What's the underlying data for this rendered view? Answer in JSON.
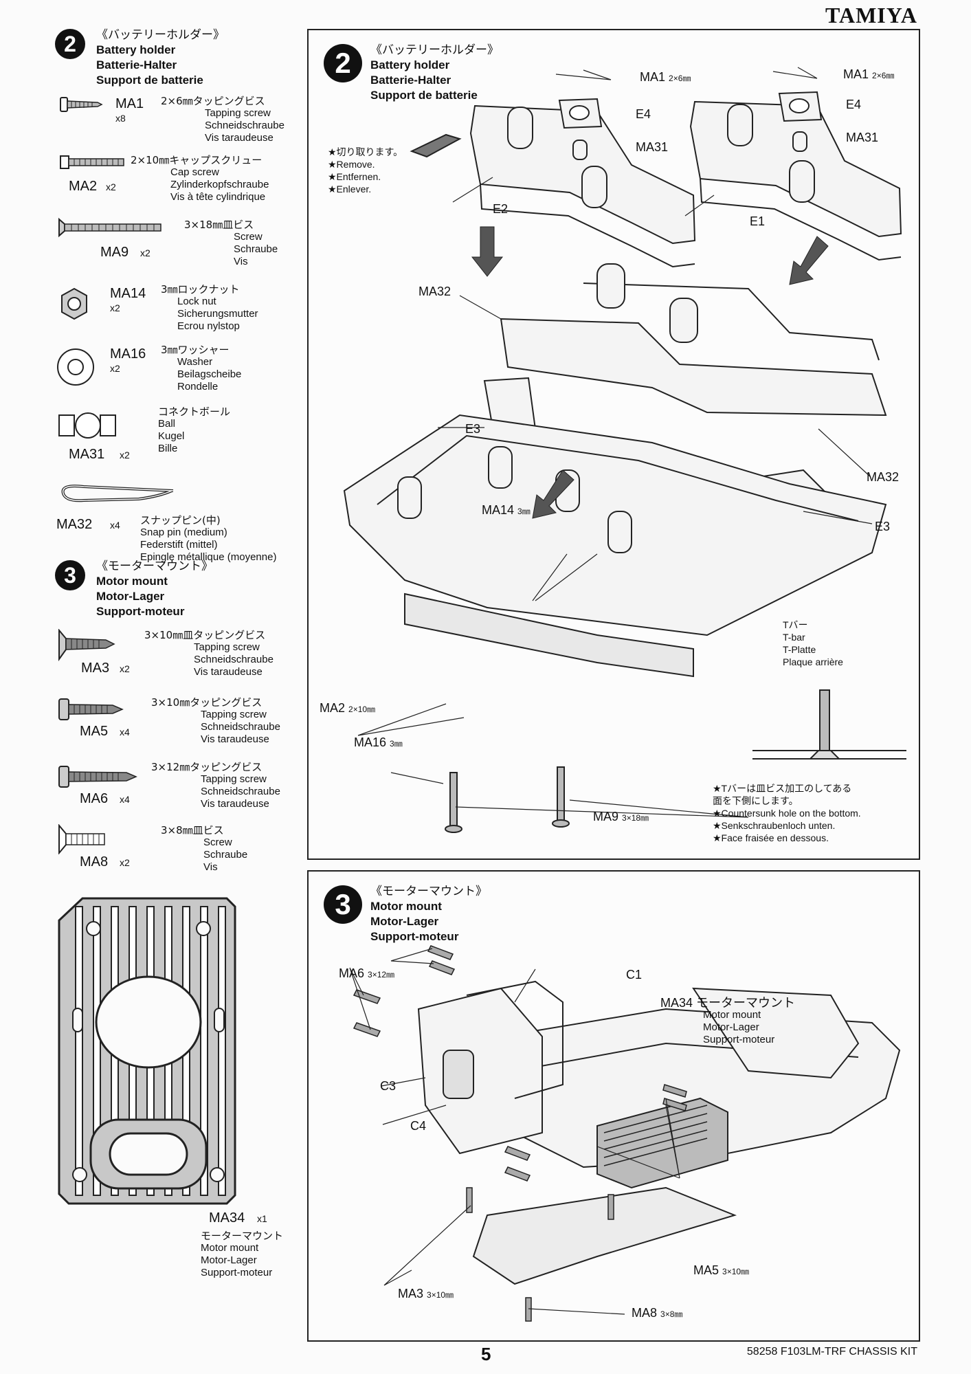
{
  "brand": "TAMIYA",
  "footer": {
    "page_number": "5",
    "kit": "58258 F103LM-TRF CHASSIS KIT"
  },
  "left": {
    "sec2": {
      "num": "2",
      "jp": "《バッテリーホルダー》",
      "en": "Battery holder",
      "de": "Batterie-Halter",
      "fr": "Support de batterie"
    },
    "parts2": [
      {
        "code": "MA1",
        "qty": "x8",
        "jp": "2×6㎜タッピングビス",
        "l1": "Tapping screw",
        "l2": "Schneidschraube",
        "l3": "Vis taraudeuse"
      },
      {
        "code": "MA2",
        "qty": "x2",
        "jp": "2×10㎜キャップスクリュー",
        "l1": "Cap screw",
        "l2": "Zylinderkopfschraube",
        "l3": "Vis à tête cylindrique"
      },
      {
        "code": "MA9",
        "qty": "x2",
        "jp": "3×18㎜皿ビス",
        "l1": "Screw",
        "l2": "Schraube",
        "l3": "Vis"
      },
      {
        "code": "MA14",
        "qty": "x2",
        "jp": "3㎜ロックナット",
        "l1": "Lock nut",
        "l2": "Sicherungsmutter",
        "l3": "Ecrou nylstop"
      },
      {
        "code": "MA16",
        "qty": "x2",
        "jp": "3㎜ワッシャー",
        "l1": "Washer",
        "l2": "Beilagscheibe",
        "l3": "Rondelle"
      },
      {
        "code": "MA31",
        "qty": "x2",
        "jp": "コネクトボール",
        "l1": "Ball",
        "l2": "Kugel",
        "l3": "Bille"
      },
      {
        "code": "MA32",
        "qty": "x4",
        "jp": "スナップピン(中)",
        "l1": "Snap pin (medium)",
        "l2": "Federstift (mittel)",
        "l3": "Epingle métallique (moyenne)"
      }
    ],
    "sec3": {
      "num": "3",
      "jp": "《モーターマウント》",
      "en": "Motor mount",
      "de": "Motor-Lager",
      "fr": "Support-moteur"
    },
    "parts3": [
      {
        "code": "MA3",
        "qty": "x2",
        "jp": "3×10㎜皿タッピングビス",
        "l1": "Tapping screw",
        "l2": "Schneidschraube",
        "l3": "Vis taraudeuse"
      },
      {
        "code": "MA5",
        "qty": "x4",
        "jp": "3×10㎜タッピングビス",
        "l1": "Tapping screw",
        "l2": "Schneidschraube",
        "l3": "Vis taraudeuse"
      },
      {
        "code": "MA6",
        "qty": "x4",
        "jp": "3×12㎜タッピングビス",
        "l1": "Tapping screw",
        "l2": "Schneidschraube",
        "l3": "Vis taraudeuse"
      },
      {
        "code": "MA8",
        "qty": "x2",
        "jp": "3×8㎜皿ビス",
        "l1": "Screw",
        "l2": "Schraube",
        "l3": "Vis"
      }
    ],
    "ma34": {
      "code": "MA34",
      "qty": "x1",
      "jp": "モーターマウント",
      "l1": "Motor mount",
      "l2": "Motor-Lager",
      "l3": "Support-moteur"
    }
  },
  "step2": {
    "num": "2",
    "jp": "《バッテリーホルダー》",
    "en": "Battery holder",
    "de": "Batterie-Halter",
    "fr": "Support de batterie",
    "remove": {
      "jp": "★切り取ります。",
      "en": "★Remove.",
      "de": "★Entfernen.",
      "fr": "★Enlever."
    },
    "labels": {
      "ma1_a": "MA1",
      "ma1_a_size": "2×6㎜",
      "e4_a": "E4",
      "ma31_a": "MA31",
      "e2": "E2",
      "ma1_b": "MA1",
      "ma1_b_size": "2×6㎜",
      "e4_b": "E4",
      "ma31_b": "MA31",
      "e1": "E1",
      "ma32_a": "MA32",
      "e3_a": "E3",
      "ma32_b": "MA32",
      "e3_b": "E3",
      "ma14": "MA14",
      "ma14_size": "3㎜",
      "ma2": "MA2",
      "ma2_size": "2×10㎜",
      "ma16": "MA16",
      "ma16_size": "3㎜",
      "ma9": "MA9",
      "ma9_size": "3×18㎜"
    },
    "tbar": {
      "jp": "Tバー",
      "en": "T-bar",
      "de": "T-Platte",
      "fr": "Plaque arrière"
    },
    "countersunk": {
      "jp1": "★Tバーは皿ビス加工のしてある",
      "jp2": "面を下側にします。",
      "en": "★Countersunk hole on the bottom.",
      "de": "★Senkschraubenloch unten.",
      "fr": "★Face fraisée en dessous."
    }
  },
  "step3": {
    "num": "3",
    "jp": "《モーターマウント》",
    "en": "Motor mount",
    "de": "Motor-Lager",
    "fr": "Support-moteur",
    "labels": {
      "ma6": "MA6",
      "ma6_size": "3×12㎜",
      "c1": "C1",
      "c3": "C3",
      "c4": "C4",
      "ma34": "MA34",
      "ma34_jp": "モーターマウント",
      "ma34_en": "Motor mount",
      "ma34_de": "Motor-Lager",
      "ma34_fr": "Support-moteur",
      "ma5": "MA5",
      "ma5_size": "3×10㎜",
      "ma3": "MA3",
      "ma3_size": "3×10㎜",
      "ma8": "MA8",
      "ma8_size": "3×8㎜"
    }
  }
}
